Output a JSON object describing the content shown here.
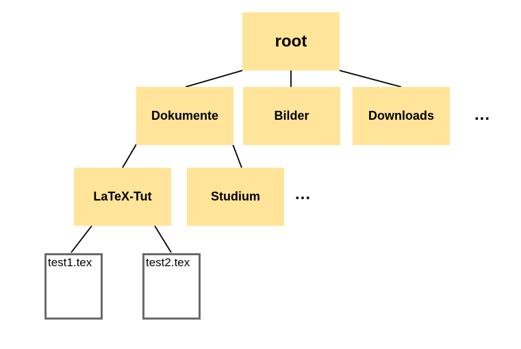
{
  "diagram": {
    "description": "File system tree diagram",
    "nodes": {
      "root": {
        "label": "root",
        "type": "folder",
        "level": 0
      },
      "dokumente": {
        "label": "Dokumente",
        "type": "folder",
        "level": 1
      },
      "bilder": {
        "label": "Bilder",
        "type": "folder",
        "level": 1
      },
      "downloads": {
        "label": "Downloads",
        "type": "folder",
        "level": 1
      },
      "more_level1": {
        "label": "...",
        "type": "ellipsis",
        "level": 1
      },
      "latex_tut": {
        "label": "LaTeX-Tut",
        "type": "folder",
        "level": 2
      },
      "studium": {
        "label": "Studium",
        "type": "folder",
        "level": 2
      },
      "more_level2": {
        "label": "...",
        "type": "ellipsis",
        "level": 2
      },
      "test1": {
        "label": "test1.tex",
        "type": "file",
        "level": 3
      },
      "test2": {
        "label": "test2.tex",
        "type": "file",
        "level": 3
      }
    },
    "edges": [
      {
        "from": "root",
        "to": "dokumente"
      },
      {
        "from": "root",
        "to": "bilder"
      },
      {
        "from": "root",
        "to": "downloads"
      },
      {
        "from": "dokumente",
        "to": "latex_tut"
      },
      {
        "from": "dokumente",
        "to": "studium"
      },
      {
        "from": "latex_tut",
        "to": "test1"
      },
      {
        "from": "latex_tut",
        "to": "test2"
      }
    ],
    "colors": {
      "folder_fill": "#FFE49A",
      "file_border": "#6A6A6A",
      "edge_stroke": "#000000",
      "label_color": "#000000",
      "background": "#FFFFFF"
    }
  }
}
